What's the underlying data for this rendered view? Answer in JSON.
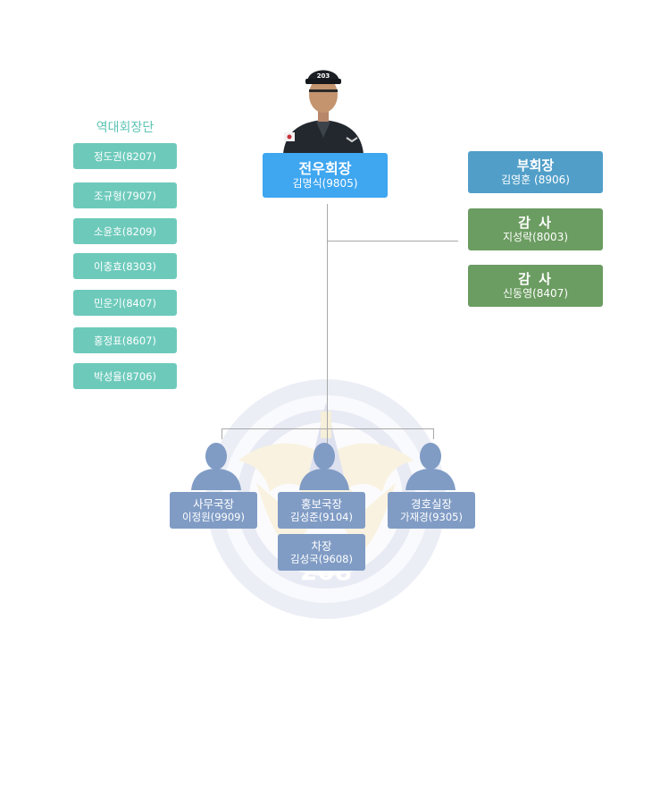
{
  "past_presidents": {
    "title": "역대회장단",
    "items": [
      "정도권(8207)",
      "조규형(7907)",
      "소윤호(8209)",
      "이충효(8303)",
      "민운기(8407)",
      "홍정표(8607)",
      "박성율(8706)"
    ]
  },
  "emblem": {
    "text": "208"
  },
  "president": {
    "title": "전우회장",
    "name": "김명식(9805)"
  },
  "vice_president": {
    "title": "부회장",
    "name": "김영훈 (8906)"
  },
  "auditors": [
    {
      "title": "감 사",
      "name": "지성락(8003)"
    },
    {
      "title": "감 사",
      "name": "신동영(8407)"
    }
  ],
  "staff": [
    {
      "title": "사무국장",
      "name": "이정원(9909)"
    },
    {
      "title": "홍보국장",
      "name": "김성준(9104)"
    },
    {
      "title": "경호실장",
      "name": "가재경(9305)"
    },
    {
      "title": "차장",
      "name": "김성국(9608)"
    }
  ],
  "colors": {
    "past": "#6dcabb",
    "president": "#3fa6f0",
    "vice_president": "#519fc9",
    "auditor": "#6b9c61",
    "staff": "#809cc5"
  }
}
